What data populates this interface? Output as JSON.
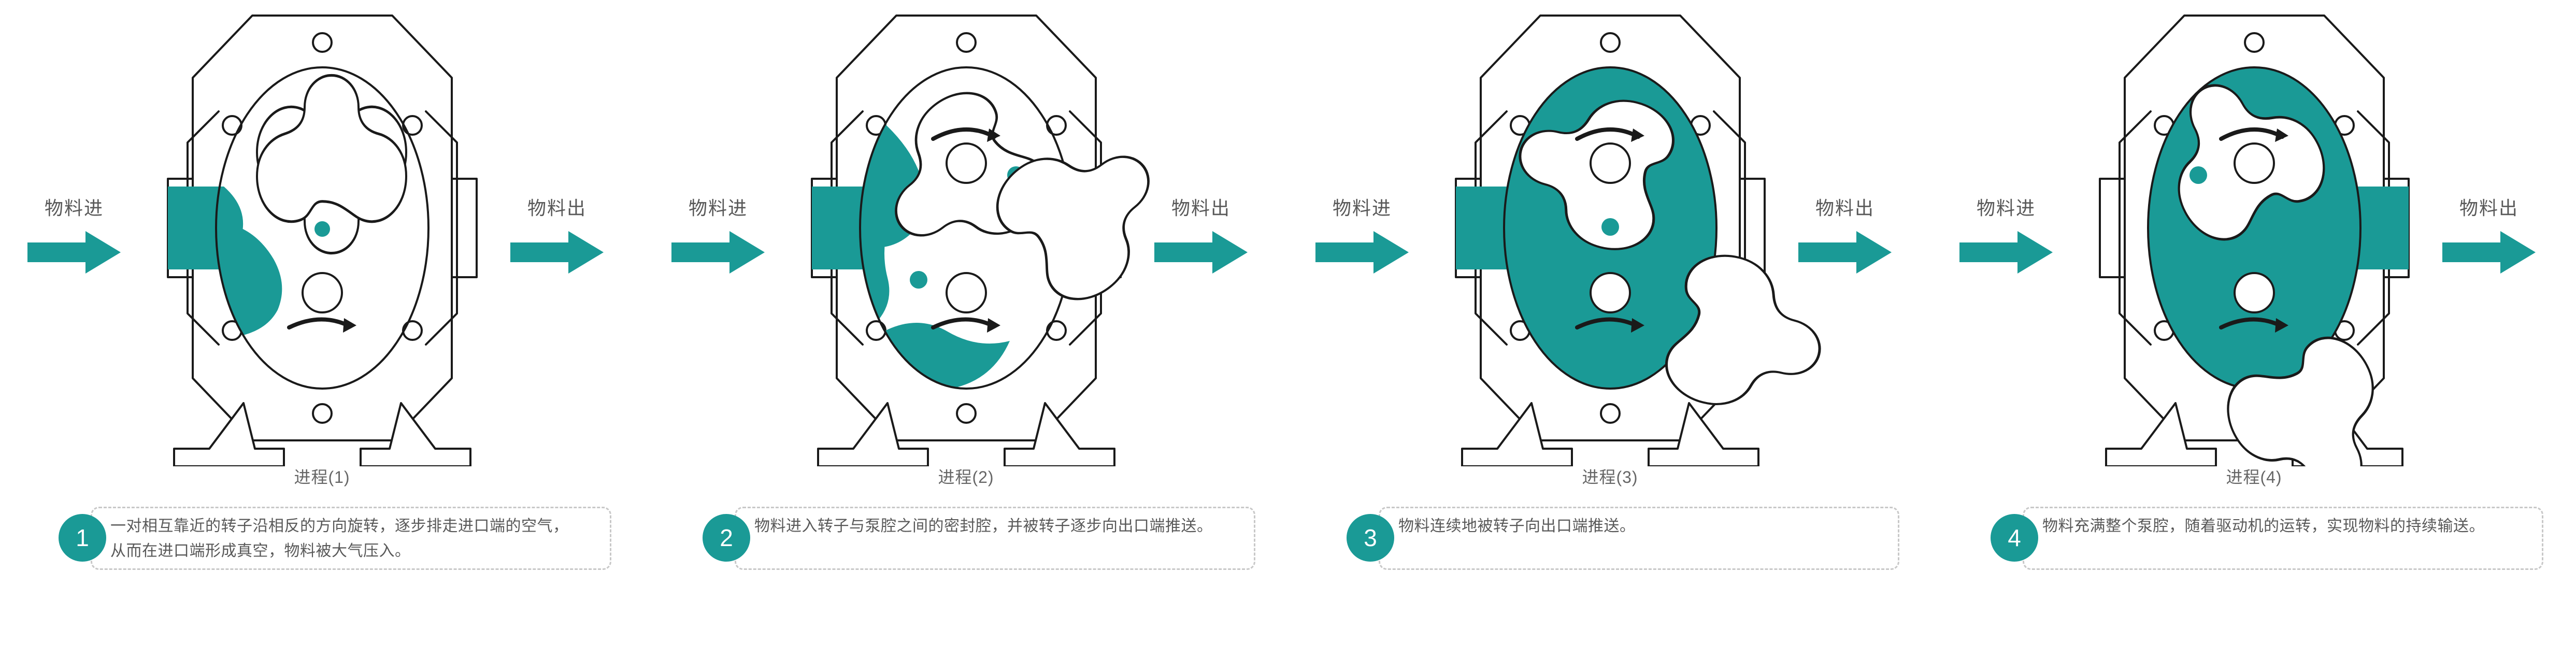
{
  "theme": {
    "accent": "#1a9a96",
    "outline": "#1a1a1a",
    "text": "#595959",
    "dash": "#c8c8c8",
    "background": "#ffffff"
  },
  "flow": {
    "inlet_label": "物料进",
    "outlet_label": "物料出"
  },
  "panels": [
    {
      "process_label": "进程(1)",
      "step_number": "1",
      "note": "一对相互靠近的转子沿相反的方向旋转，逐步排走进口端的空气，从而在进口端形成真空，物料被大气压入。"
    },
    {
      "process_label": "进程(2)",
      "step_number": "2",
      "note": "物料进入转子与泵腔之间的密封腔，并被转子逐步向出口端推送。"
    },
    {
      "process_label": "进程(3)",
      "step_number": "3",
      "note": "物料连续地被转子向出口端推送。"
    },
    {
      "process_label": "进程(4)",
      "step_number": "4",
      "note": "物料充满整个泵腔，随着驱动机的运转，实现物料的持续输送。"
    }
  ]
}
